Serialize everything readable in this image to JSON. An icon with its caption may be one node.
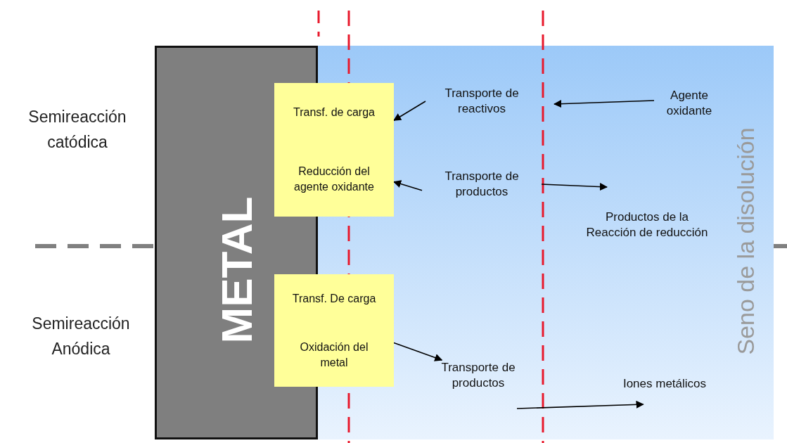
{
  "diagram": {
    "nodes": [
      {
        "text": [
          "METAL"
        ]
      },
      {
        "text": [
          "Seno de la disolución"
        ]
      },
      {
        "text": [
          "Transf. de carga",
          "Reducción del agente oxidante"
        ]
      },
      {
        "text": [
          "Transporte de reactivos"
        ],
        "in": 1
      },
      {
        "text": [
          "Agente oxidante"
        ],
        "in": 1
      },
      {
        "text": [
          "Transporte de productos"
        ],
        "in": 1
      },
      {
        "text": [
          "Productos de la Reacción de reducción"
        ],
        "in": 1
      },
      {
        "text": [
          "Transf. De carga",
          "Oxidación del metal"
        ]
      },
      {
        "text": [
          "Transporte de productos"
        ],
        "in": 1
      },
      {
        "text": [
          "Iones metálicos"
        ],
        "in": 1
      }
    ],
    "edges": [
      {
        "from": 3,
        "to": 2,
        "arrow": "to"
      },
      {
        "from": 4,
        "to": null,
        "arrow": "to"
      },
      {
        "from": 5,
        "to": 2,
        "arrow": "to"
      },
      {
        "from": 5,
        "to": 6,
        "arrow": "to"
      },
      {
        "from": 7,
        "to": 8,
        "arrow": "to"
      },
      {
        "from": 8,
        "to": 9,
        "arrow": "to"
      }
    ],
    "labels": [
      "Semireacción catódica",
      "Semireacción Anódica"
    ]
  }
}
